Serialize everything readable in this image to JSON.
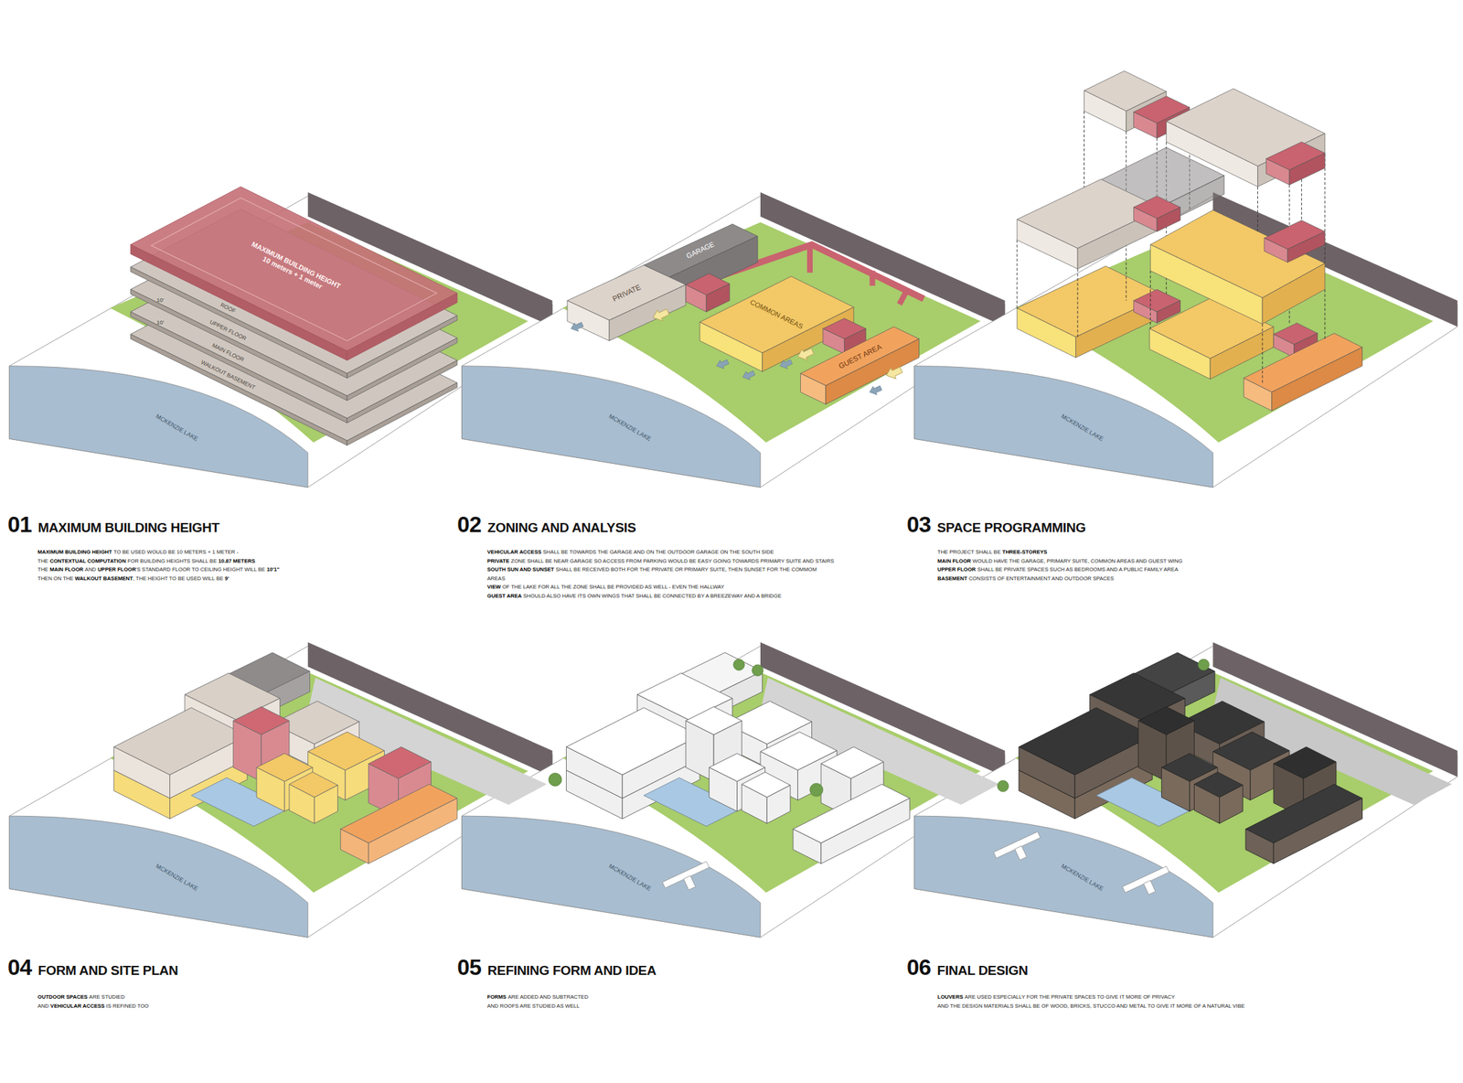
{
  "diagram": {
    "nodes": [
      {
        "text": [
          "MAXIMUM BUILDING HEIGHT",
          "10 meters + 1 meter"
        ]
      },
      {
        "text": [
          "ROOF"
        ]
      },
      {
        "text": [
          "UPPER FLOOR"
        ]
      },
      {
        "text": [
          "MAIN FLOOR"
        ]
      },
      {
        "text": [
          "WALKOUT BASEMENT"
        ]
      },
      {
        "text": [
          "PRIVATE"
        ]
      },
      {
        "text": [
          "GARAGE"
        ]
      },
      {
        "text": [
          "COMMON AREAS"
        ]
      },
      {
        "text": [
          "GUEST AREA"
        ]
      }
    ],
    "labels": [
      "01",
      "MAXIMUM BUILDING HEIGHT",
      "MAXIMUM BUILDING HEIGHT",
      "TO BE USED WOULD BE 10 METERS + 1 METER -",
      "THE",
      "CONTEXTUAL COMPUTATION",
      "FOR BUILDING HEIGHTS SHALL BE",
      "10.87 METERS",
      "THE",
      "MAIN FLOOR",
      "AND",
      "UPPER FLOOR",
      "'S STANDARD FLOOR TO CEILING HEIGHT WILL BE",
      "10'1\"",
      "THEN ON THE",
      "WALKOUT BASEMENT",
      ", THE HEIGHT TO BE USED WILL BE",
      "9'",
      "02",
      "ZONING AND ANALYSIS",
      "VEHICULAR ACCESS",
      "SHALL BE TOWARDS THE GARAGE AND ON THE OUTDOOR GARAGE ON THE SOUTH SIDE",
      "PRIVATE",
      "ZONE SHALL BE NEAR GARAGE SO ACCESS FROM PARKING WOULD BE EASY GOING TOWARDS PRIMARY SUITE AND STAIRS",
      "SOUTH SUN AND SUNSET",
      "SHALL BE RECEIVED BOTH FOR THE PRIVATE OR PRIMARY SUITE, THEN SUNSET FOR THE COMMOM AREAS",
      "VIEW",
      "OF THE LAKE FOR ALL THE ZONE SHALL BE PROVIDED AS WELL - EVEN THE HALLWAY",
      "GUEST AREA",
      "SHOULD ALSO HAVE ITS OWN WINGS THAT SHALL BE CONNECTED BY A BREEZEWAY AND A BRIDGE",
      "03",
      "SPACE PROGRAMMING",
      "THE PROJECT SHALL BE",
      "THREE-STOREYS",
      "MAIN FLOOR",
      "WOULD HAVE THE GARAGE, PRIMARY SUITE, COMMON AREAS AND GUEST WING",
      "UPPER FLOOR",
      "SHALL BE PRIVATE SPACES SUCH AS BEDROOMS AND A PUBLIC FAMILY AREA",
      "BASEMENT",
      "CONSISTS OF ENTERTAINMENT AND OUTDOOR SPACES",
      "04",
      "FORM AND SITE PLAN",
      "OUTDOOR SPACES",
      "ARE STUDIED",
      "AND",
      "VEHICULAR ACCESS",
      "IS REFINED TOO",
      "05",
      "REFINING FORM AND IDEA",
      "FORMS",
      "ARE ADDED AND SUBTRACTED",
      "AND ROOFS ARE STUDIED AS WELL",
      "06",
      "FINAL DESIGN",
      "LOUVERS",
      "ARE USED ESPECIALLY FOR THE PRIVATE SPACES TO GIVE IT MORE OF PRIVACY",
      "AND THE DESIGN MATERIALS SHALL BE OF WOOD, BRICKS, STUCCO AND METAL TO GIVE IT MORE OF A NATURAL VIBE",
      "MCKENZIE LAKE",
      "MCKENZIE LAKE",
      "MCKENZIE LAKE",
      "MCKENZIE LAKE",
      "MCKENZIE LAKE",
      "MCKENZIE LAKE",
      "10'",
      "10'"
    ]
  }
}
